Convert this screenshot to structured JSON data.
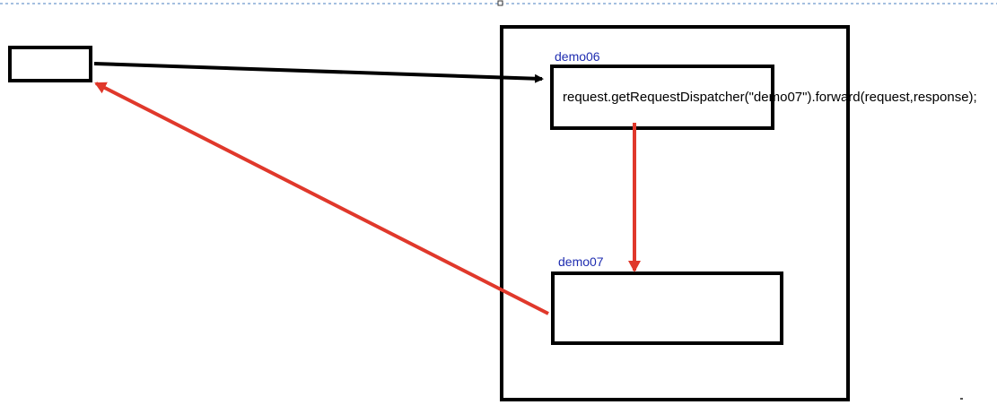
{
  "diagram": {
    "servlets": [
      {
        "id": "demo06",
        "label": "demo06",
        "code": "request.getRequestDispatcher(\"demo07\").forward(request,response);"
      },
      {
        "id": "demo07",
        "label": "demo07",
        "code": ""
      }
    ],
    "flows": [
      {
        "id": "client-request",
        "from": "client",
        "to": "demo06",
        "color": "#000000"
      },
      {
        "id": "forward",
        "from": "demo06",
        "to": "demo07",
        "color": "#e0382b"
      },
      {
        "id": "response",
        "from": "demo07",
        "to": "client",
        "color": "#e0382b"
      }
    ]
  },
  "colors": {
    "label": "#1f2db0",
    "request_arrow": "#000000",
    "forward_arrow": "#e0382b",
    "selection_border": "#4a7fc1"
  }
}
